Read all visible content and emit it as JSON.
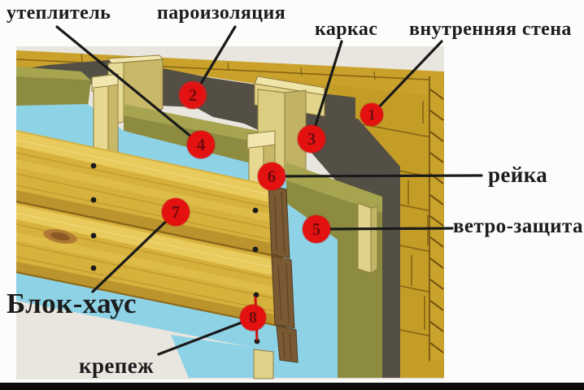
{
  "diagram": {
    "type": "wall-cladding-assembly-diagram",
    "callouts": {
      "insulation": {
        "text": "утеплитель"
      },
      "vapor_barrier": {
        "text": "пароизоляция"
      },
      "frame": {
        "text": "каркас"
      },
      "inner_wall": {
        "text": "внутренняя стена"
      },
      "lath": {
        "text": "рейка"
      },
      "wind_barrier": {
        "text": "ветро-защита"
      },
      "block_house": {
        "text": "Блок-хаус"
      },
      "fastener": {
        "text": "крепеж"
      }
    },
    "markers": [
      {
        "number": "1",
        "label": "внутренняя стена"
      },
      {
        "number": "2",
        "label": "пароизоляция"
      },
      {
        "number": "3",
        "label": "каркас"
      },
      {
        "number": "4",
        "label": "утеплитель"
      },
      {
        "number": "5",
        "label": "ветро-защита"
      },
      {
        "number": "6",
        "label": "рейка"
      },
      {
        "number": "7",
        "label": "Блок-хаус"
      },
      {
        "number": "8",
        "label": "крепеж"
      }
    ],
    "colors": {
      "marker_red": "#e41111",
      "marker_number": "#6d0d0d",
      "inner_wall_gold": "#c49d27",
      "wall_seam_brown": "#7c5c12",
      "vapor_barrier_gray": "#534f44",
      "insulation_olive": "#8c8b40",
      "wind_barrier_blue": "#8ed2e6",
      "frame_wood": "#dcce80",
      "log_wood": "#d6b13c",
      "log_end_brown": "#7a5a32",
      "scene_background": "#e9e6df",
      "page_background": "#fcfcfa"
    }
  }
}
